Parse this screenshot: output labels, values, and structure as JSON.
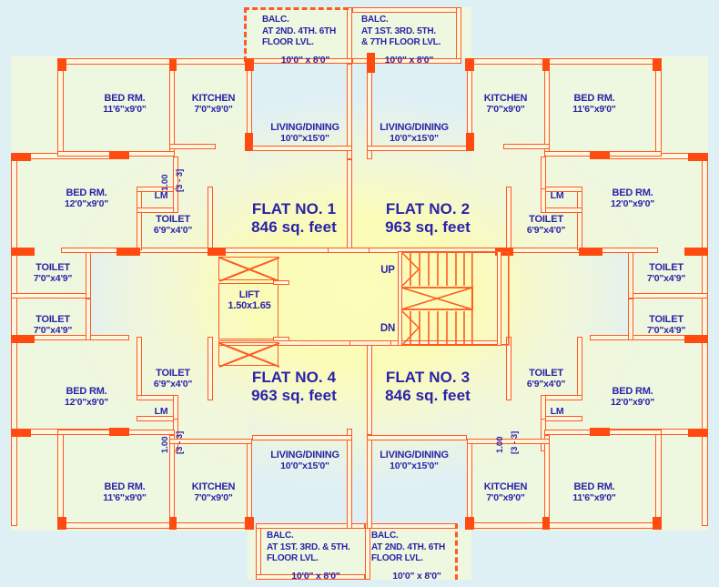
{
  "drawing": {
    "type": "residential-floor-plan",
    "title": "Typical Floor Plan - 4 Flats",
    "colors": {
      "wall": "#ff5a1f",
      "column": "#ff4a10",
      "text": "#2a23a8",
      "interior": "#eef7df",
      "core_glow": "#fdfdbb",
      "background": "#dff0f5"
    }
  },
  "flats": [
    {
      "id": "flat-1",
      "name": "FLAT NO. 1",
      "area": "846 sq. feet"
    },
    {
      "id": "flat-2",
      "name": "FLAT NO. 2",
      "area": "963 sq. feet"
    },
    {
      "id": "flat-3",
      "name": "FLAT NO. 3",
      "area": "846 sq. feet"
    },
    {
      "id": "flat-4",
      "name": "FLAT NO. 4",
      "area": "963 sq. feet"
    }
  ],
  "core": {
    "lift_label": "LIFT",
    "lift_size": "1.50x1.65",
    "stair_up": "UP",
    "stair_down": "DN"
  },
  "balconies": [
    {
      "id": "balc-top-left",
      "label": "BALC.",
      "line2": "AT 2ND. 4TH. 6TH",
      "line3": "FLOOR LVL.",
      "dim": "10'0\" x 8'0\""
    },
    {
      "id": "balc-top-right",
      "label": "BALC.",
      "line2": "AT 1ST. 3RD. 5TH.",
      "line3": "& 7TH FLOOR LVL.",
      "dim": "10'0\" x 8'0\""
    },
    {
      "id": "balc-bottom-left",
      "label": "BALC.",
      "line2": "AT 1ST. 3RD. & 5TH.",
      "line3": "FLOOR LVL.",
      "dim": "10'0\" x 8'0\""
    },
    {
      "id": "balc-bottom-right",
      "label": "BALC.",
      "line2": "AT 2ND. 4TH. 6TH",
      "line3": "FLOOR LVL.",
      "dim": "10'0\" x 8'0\""
    }
  ],
  "rooms": {
    "bed_small": {
      "name": "BED RM.",
      "dim": "11'6\"x9'0\""
    },
    "bed_large": {
      "name": "BED RM.",
      "dim": "12'0\"x9'0\""
    },
    "kitchen": {
      "name": "KITCHEN",
      "dim": "7'0\"x9'0\""
    },
    "living": {
      "name": "LIVING/DINING",
      "dim": "10'0\"x15'0\""
    },
    "toilet_in": {
      "name": "TOILET",
      "dim": "6'9\"x4'0\""
    },
    "toilet_out": {
      "name": "TOILET",
      "dim": "7'0\"x4'9\""
    }
  },
  "annotations": {
    "lm": "LM",
    "duct_width": "1.00",
    "duct_bracket": "[3 - 3]"
  }
}
